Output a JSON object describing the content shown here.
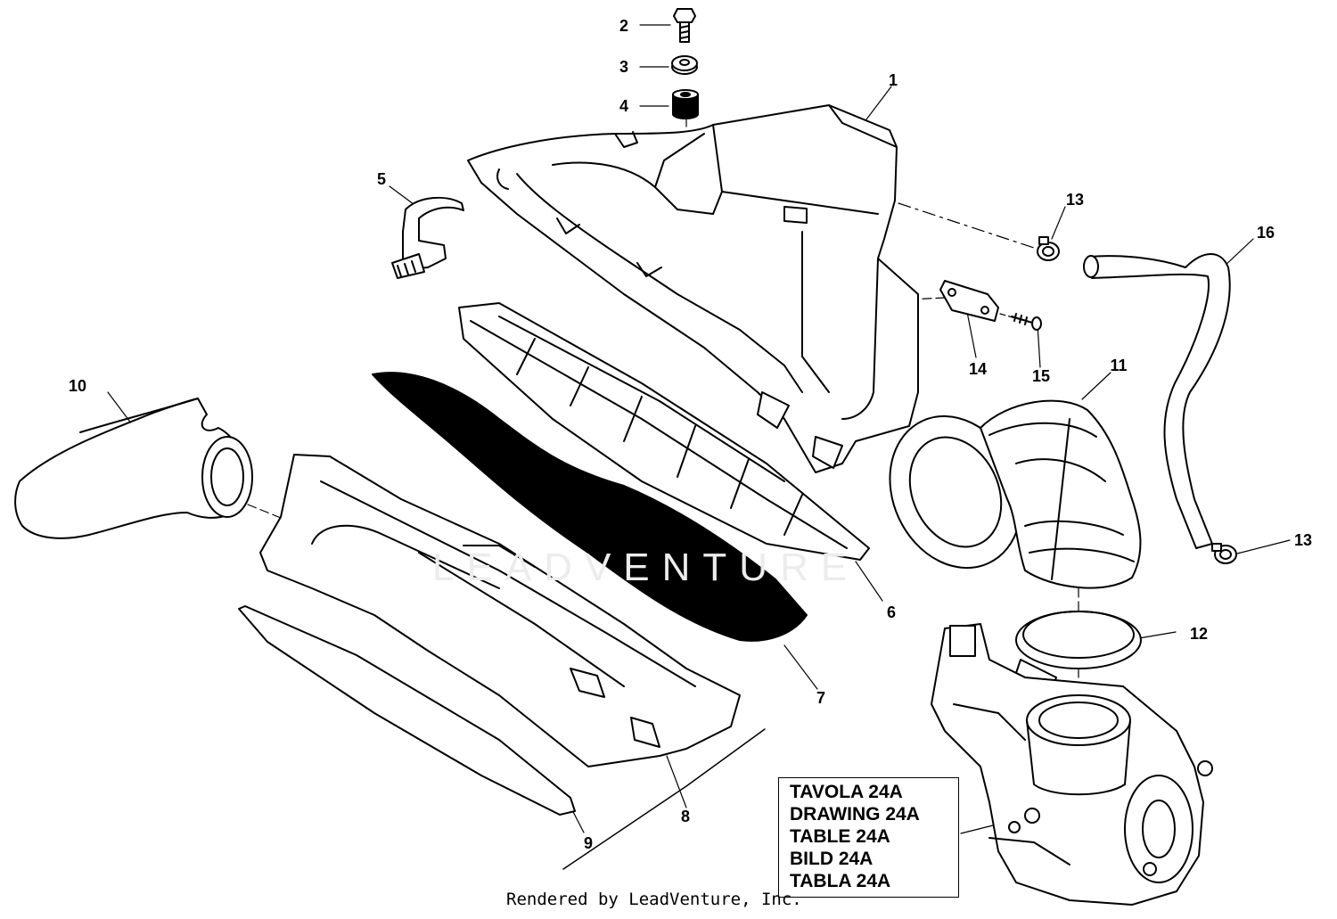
{
  "callouts": [
    {
      "id": "1",
      "label": "1"
    },
    {
      "id": "2",
      "label": "2"
    },
    {
      "id": "3",
      "label": "3"
    },
    {
      "id": "4",
      "label": "4"
    },
    {
      "id": "5",
      "label": "5"
    },
    {
      "id": "6",
      "label": "6"
    },
    {
      "id": "7",
      "label": "7"
    },
    {
      "id": "8",
      "label": "8"
    },
    {
      "id": "9",
      "label": "9"
    },
    {
      "id": "10",
      "label": "10"
    },
    {
      "id": "11",
      "label": "11"
    },
    {
      "id": "12",
      "label": "12"
    },
    {
      "id": "13a",
      "label": "13"
    },
    {
      "id": "13b",
      "label": "13"
    },
    {
      "id": "14",
      "label": "14"
    },
    {
      "id": "15",
      "label": "15"
    },
    {
      "id": "16",
      "label": "16"
    }
  ],
  "reference_box": {
    "lines": [
      "TAVOLA 24A",
      "DRAWING 24A",
      "TABLE 24A",
      "BILD 24A",
      "TABLA 24A"
    ]
  },
  "watermark": "LEADVENTURE",
  "footer": "Rendered by LeadVenture, Inc.",
  "colors": {
    "line": "#000000",
    "filter": "#000000",
    "background": "#ffffff",
    "watermark": "#ececec"
  }
}
